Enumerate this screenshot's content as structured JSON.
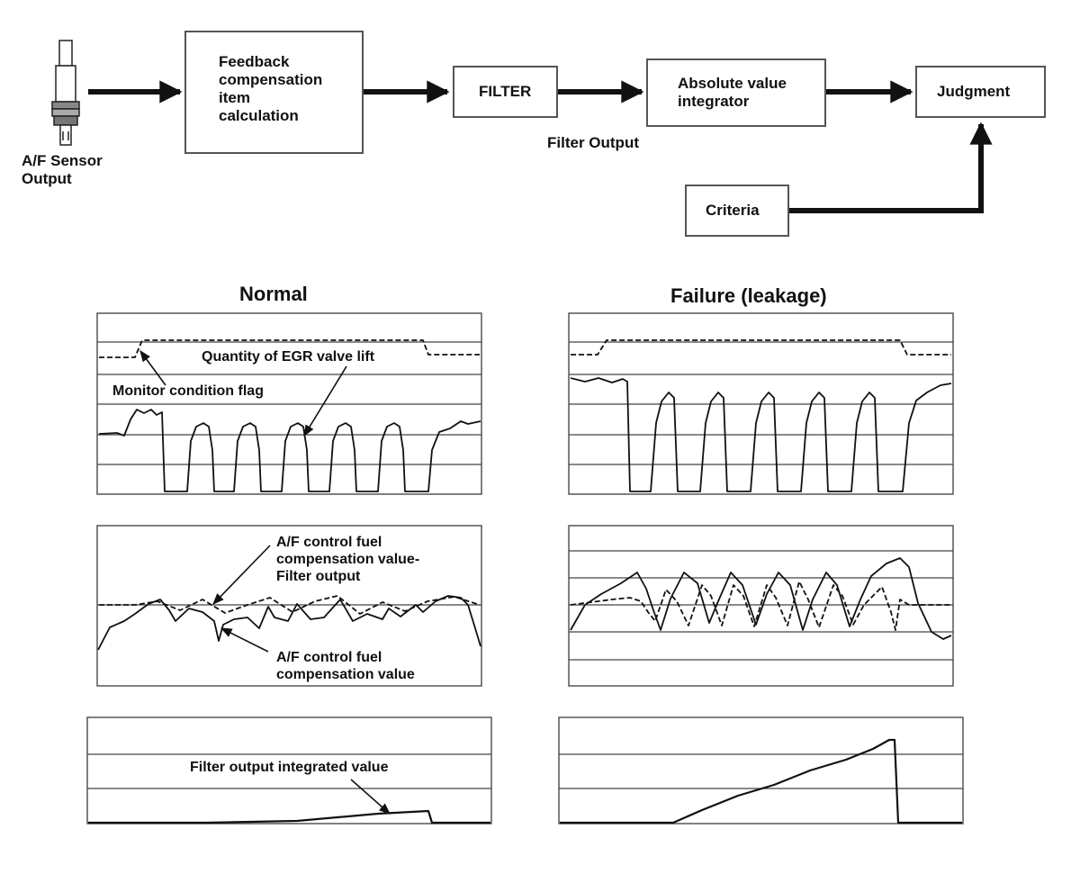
{
  "flow": {
    "sensor_label": "A/F Sensor\nOutput",
    "feedback_box": "Feedback\ncompensation\nitem\ncalculation",
    "filter_box": "FILTER",
    "filter_output": "Filter Output",
    "integrator_box": "Absolute value\nintegrator",
    "judgment_box": "Judgment",
    "criteria_box": "Criteria"
  },
  "panels": {
    "normal_title": "Normal",
    "failure_title": "Failure (leakage)"
  },
  "annotations": {
    "egr_lift": "Quantity of EGR valve lift",
    "monitor_flag": "Monitor condition flag",
    "filter_output_curve": "A/F control fuel\ncompensation value-\nFilter output",
    "fuel_comp_value": "A/F control fuel\ncompensation value",
    "integrated_value": "Filter output integrated value"
  },
  "colors": {
    "line": "#111111",
    "frame": "#555555",
    "grid": "#444444"
  },
  "icons": {
    "sensor": "af-sensor-icon"
  }
}
